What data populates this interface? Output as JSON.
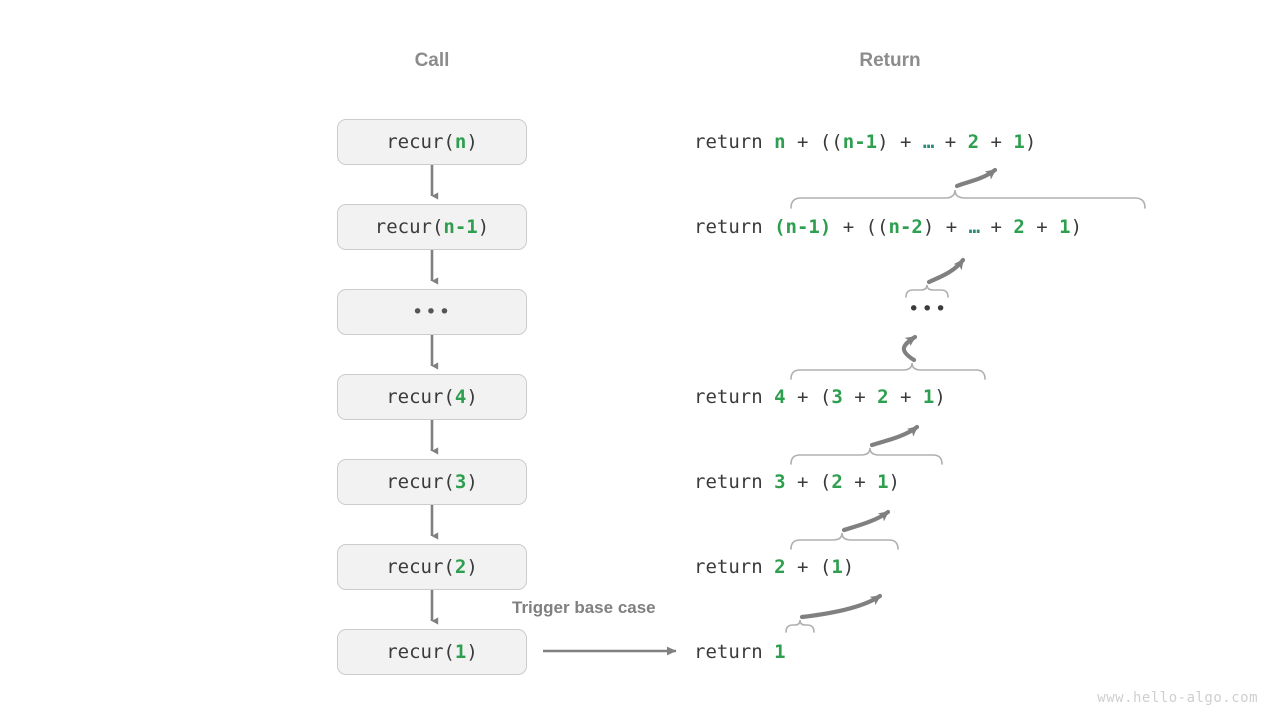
{
  "diagram": {
    "title_call": "Call",
    "title_return": "Return",
    "watermark": "www.hello-algo.com",
    "trigger_label": "Trigger base case",
    "mid_ellipsis": "•••",
    "colors": {
      "green": "#2e9e4f",
      "teal": "#2b8a7a",
      "text": "#3b3b3b",
      "box_fill": "#f2f2f2",
      "box_border": "#cccccc",
      "arrow": "#808080",
      "brace": "#b0b0b0",
      "header": "#8c8c8c",
      "watermark": "#cfcfcf"
    }
  },
  "call_stack": [
    {
      "prefix": "recur(",
      "arg": "n",
      "suffix": ")",
      "is_ellipsis": false
    },
    {
      "prefix": "recur(",
      "arg": "n-1",
      "suffix": ")",
      "is_ellipsis": false
    },
    {
      "prefix": "",
      "arg": "•••",
      "suffix": "",
      "is_ellipsis": true
    },
    {
      "prefix": "recur(",
      "arg": "4",
      "suffix": ")",
      "is_ellipsis": false
    },
    {
      "prefix": "recur(",
      "arg": "3",
      "suffix": ")",
      "is_ellipsis": false
    },
    {
      "prefix": "recur(",
      "arg": "2",
      "suffix": ")",
      "is_ellipsis": false
    },
    {
      "prefix": "recur(",
      "arg": "1",
      "suffix": ")",
      "is_ellipsis": false
    }
  ],
  "returns": [
    {
      "keyword": "return ",
      "head": "n",
      "plus": " + ",
      "open": "((",
      "inner_head": "n-1",
      "inner_rest": ") + … + 2 + 1)",
      "full": "return n + ((n-1) + … + 2 + 1)"
    },
    {
      "keyword": "return ",
      "head": "(n-1)",
      "plus": " + ",
      "open": "((",
      "inner_head": "n-2",
      "inner_rest": ") + … + 2 + 1)",
      "full": "return (n-1) + ((n-2) + … + 2 + 1)"
    },
    {
      "keyword": "return ",
      "head": "4",
      "plus": " + ",
      "open": "(",
      "inner_head": "3",
      "inner_rest": " + 2 + 1)",
      "full": "return 4 + (3 + 2 + 1)"
    },
    {
      "keyword": "return ",
      "head": "3",
      "plus": " + ",
      "open": "(",
      "inner_head": "2",
      "inner_rest": " + 1)",
      "full": "return 3 + (2 + 1)"
    },
    {
      "keyword": "return ",
      "head": "2",
      "plus": " + ",
      "open": "(",
      "inner_head": "1",
      "inner_rest": ")",
      "full": "return 2 + (1)"
    },
    {
      "keyword": "return ",
      "head": "1",
      "plus": "",
      "open": "",
      "inner_head": "",
      "inner_rest": "",
      "full": "return 1"
    }
  ]
}
